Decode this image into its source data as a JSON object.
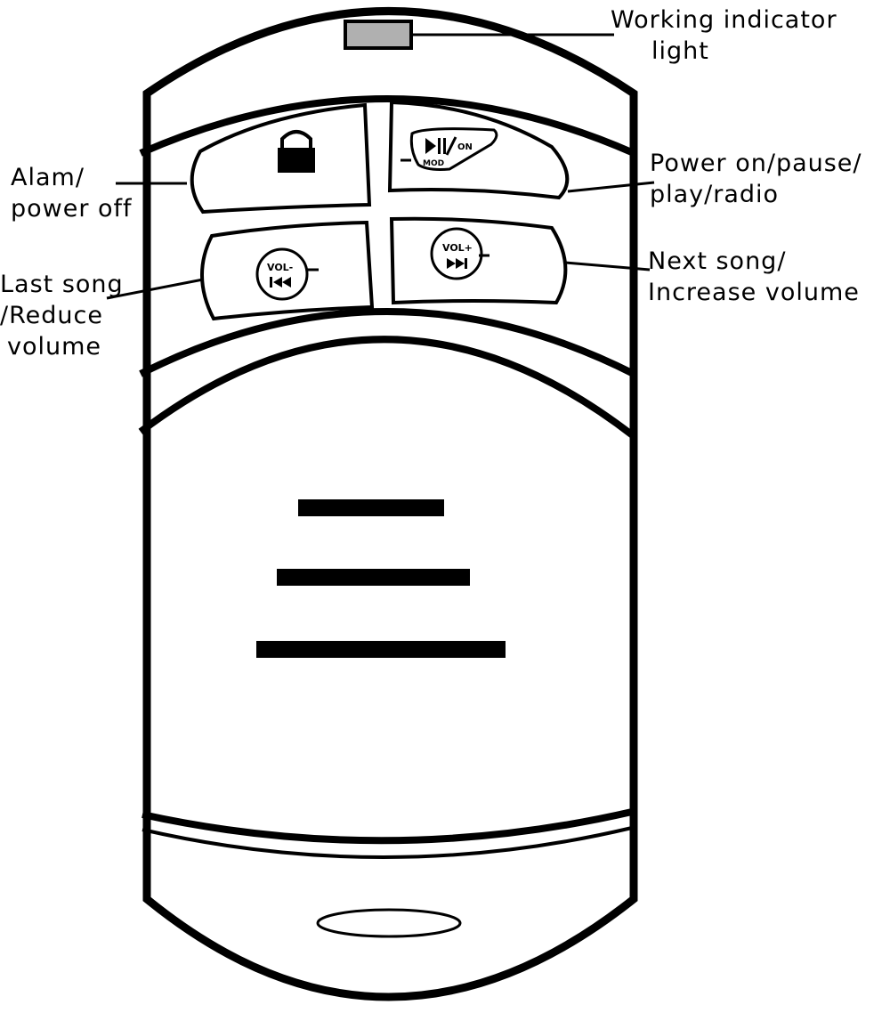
{
  "labels": {
    "indicator": [
      "Working indicator",
      "light"
    ],
    "alarm": [
      "Alam/",
      "power off"
    ],
    "power": [
      "Power on/pause/",
      "play/radio"
    ],
    "last": [
      "Last song",
      "/Reduce",
      "volume"
    ],
    "next": [
      "Next song/",
      "Increase  volume"
    ]
  },
  "icons": {
    "lock": "lock-icon",
    "play_pause": "play-pause-icon",
    "prev": "previous-track-icon",
    "next": "next-track-icon"
  },
  "button_text": {
    "on": "ON",
    "mod": "MOD",
    "vol_minus": "VOL-",
    "vol_plus": "VOL+"
  },
  "colors": {
    "outline": "#000000",
    "indicator_fill": "#b0b0b0",
    "background": "#ffffff"
  }
}
